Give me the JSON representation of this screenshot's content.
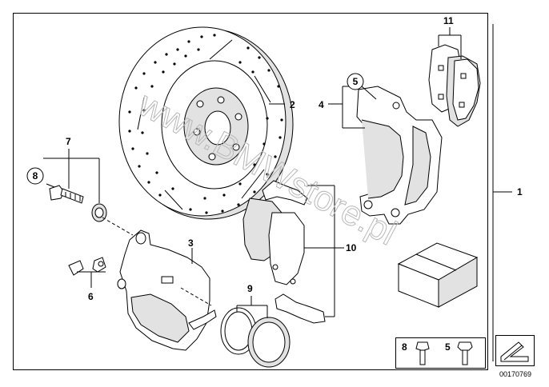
{
  "callouts": {
    "c1": "1",
    "c2": "2",
    "c3": "3",
    "c4": "4",
    "c5": "5",
    "c6": "6",
    "c7": "7",
    "c8": "8",
    "c9": "9",
    "c10": "10",
    "c11": "11"
  },
  "legend": {
    "key_a": "8",
    "key_b": "5"
  },
  "reference_number": "00170769",
  "watermark": "www.BMWstore.pl"
}
